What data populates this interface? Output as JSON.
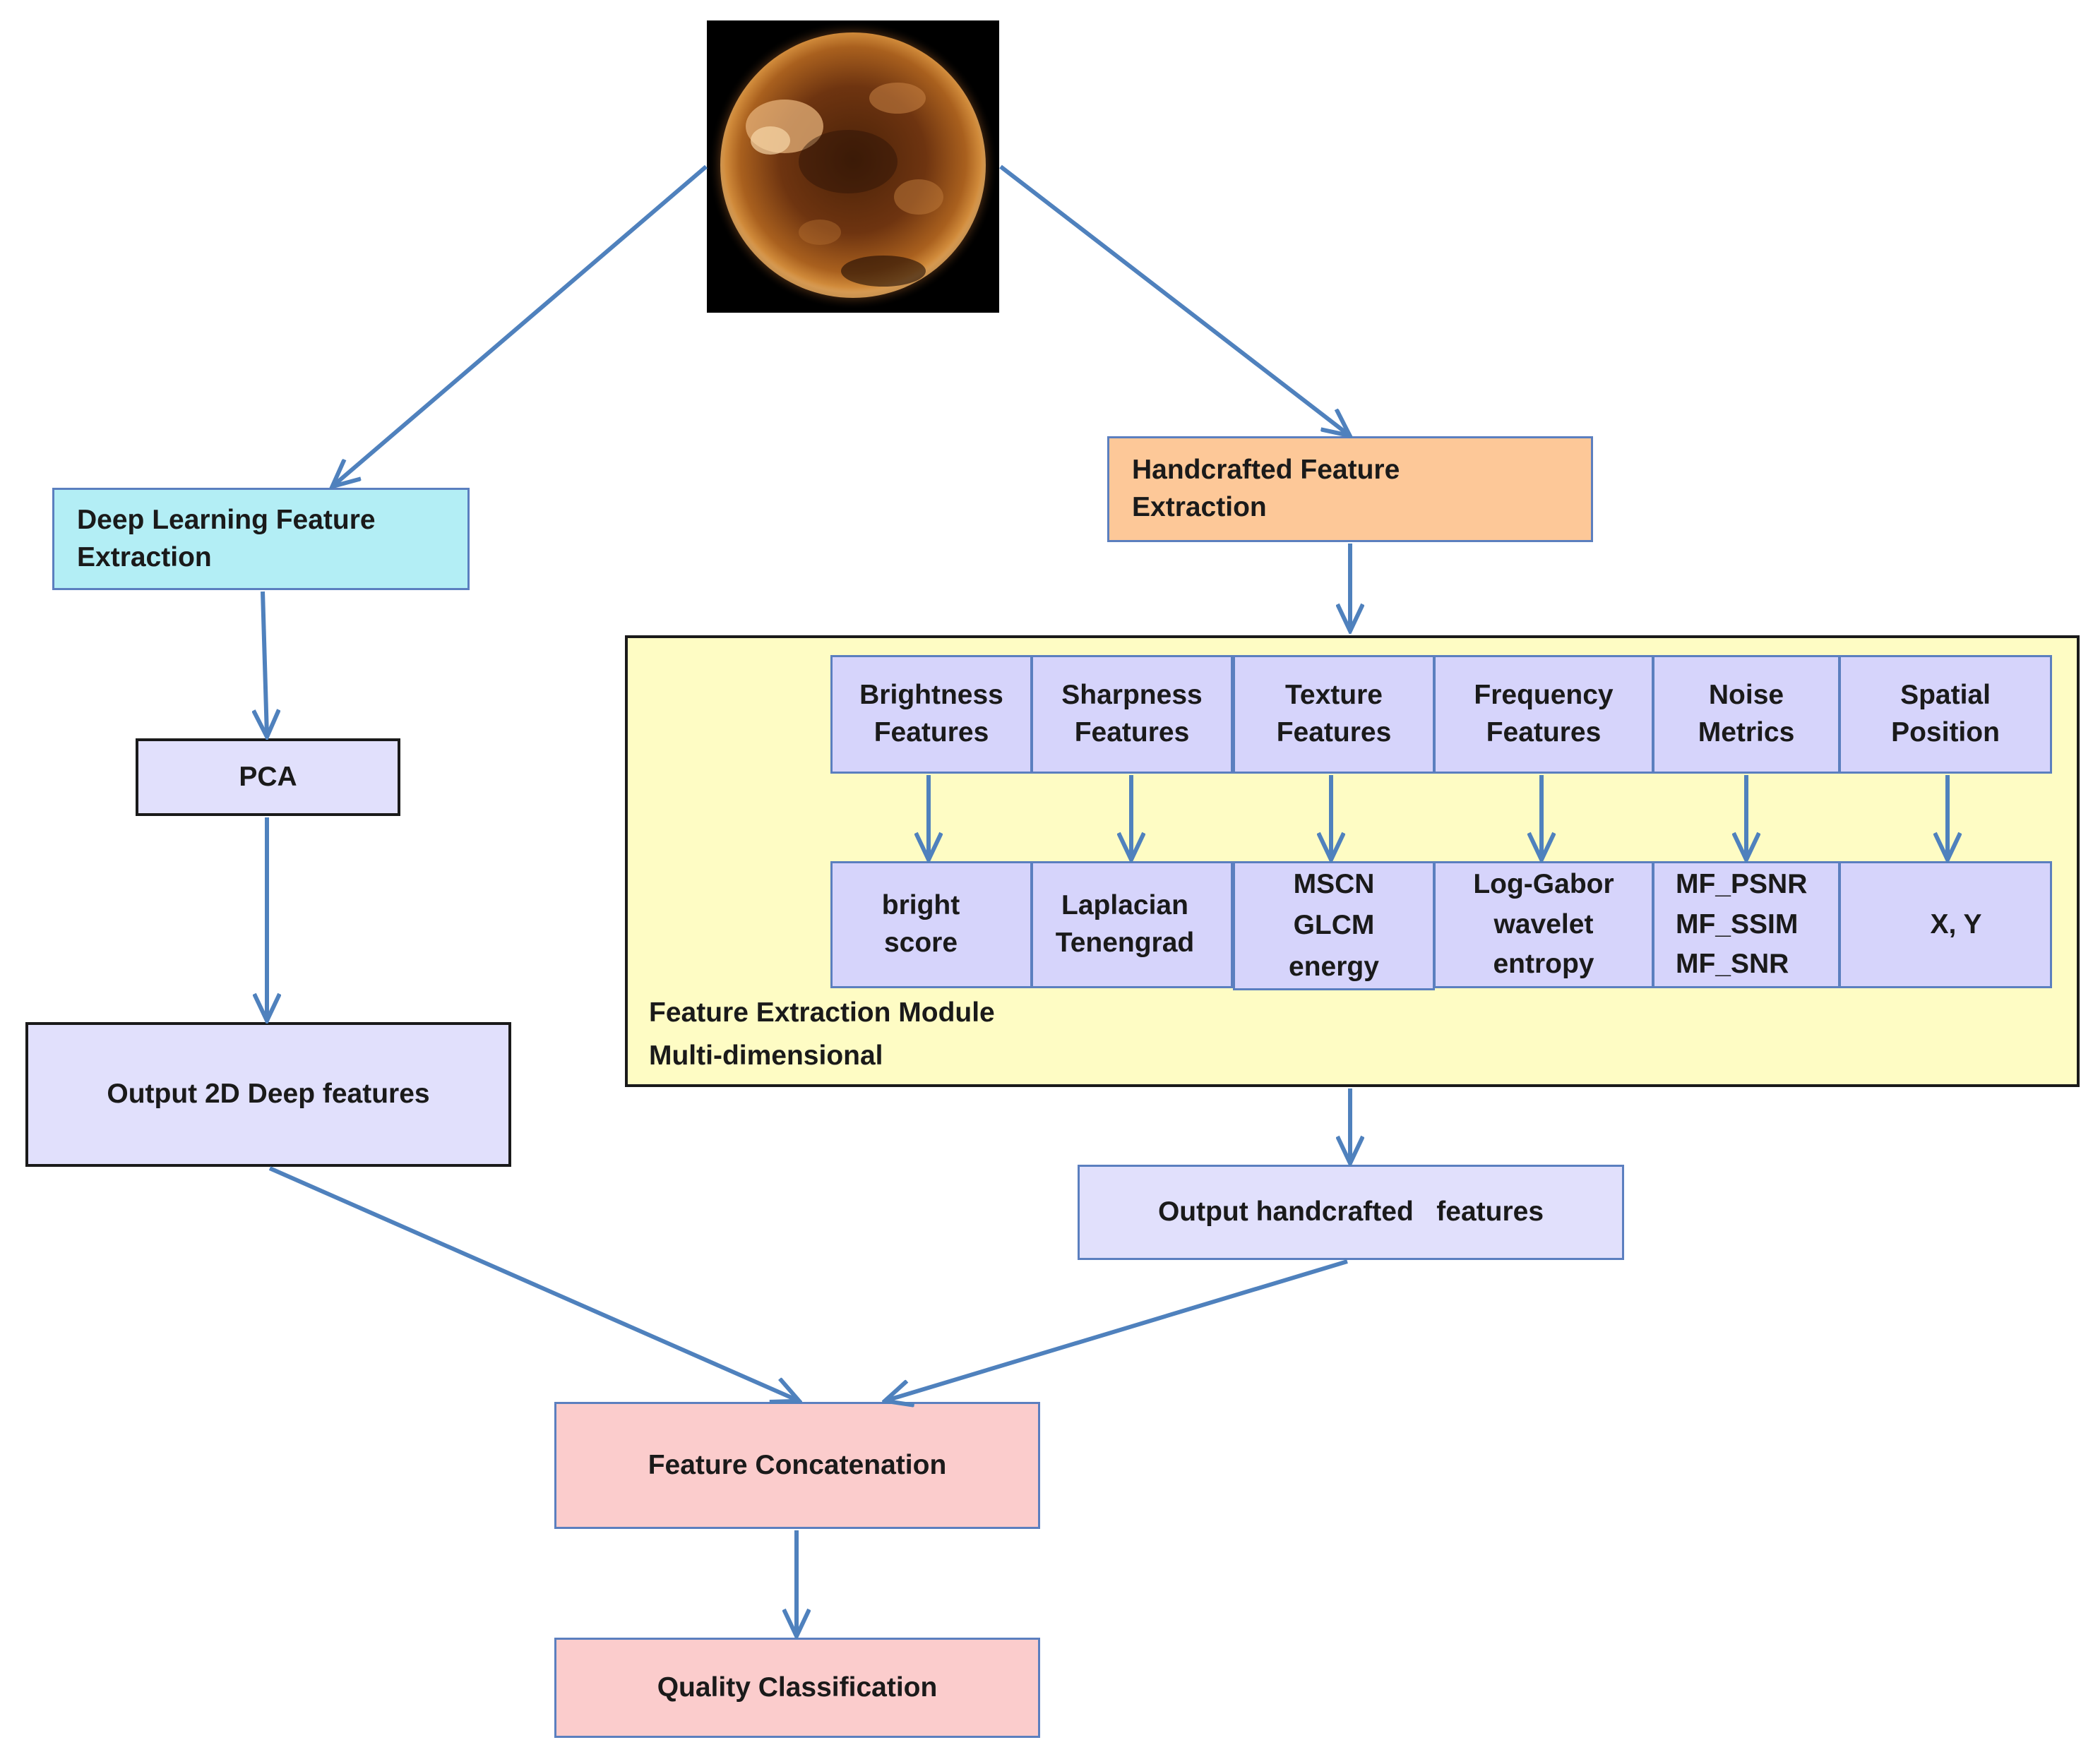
{
  "input_image": {
    "description_icon": "solar-disk-image"
  },
  "branches": {
    "deep": {
      "title": "Deep Learning Feature\nExtraction",
      "pca": "PCA",
      "output": "Output 2D Deep features"
    },
    "handcrafted": {
      "title": "Handcrafted Feature\nExtraction",
      "module_label": "Feature Extraction Module\nMulti-dimensional",
      "categories": [
        {
          "name": "Brightness\nFeatures",
          "metrics": "bright\nscore"
        },
        {
          "name": "Sharpness\nFeatures",
          "metrics": "Laplacian\nTenengrad"
        },
        {
          "name": "Texture\nFeatures",
          "metrics": "MSCN\nGLCM\nenergy"
        },
        {
          "name": "Frequency\nFeatures",
          "metrics": "Log-Gabor\nwavelet\nentropy"
        },
        {
          "name": "Noise\nMetrics",
          "metrics": "MF_PSNR\nMF_SSIM\nMF_SNR"
        },
        {
          "name": "Spatial\nPosition",
          "metrics": "X, Y"
        }
      ],
      "output": "Output handcrafted   features"
    }
  },
  "fusion": {
    "label": "Feature Concatenation"
  },
  "classification": {
    "label": "Quality Classification"
  },
  "colors": {
    "arrow": "#4f81bd",
    "deep_title_fill": "#b3eef5",
    "handcrafted_title_fill": "#fdc898",
    "cell_fill": "#d6d4fb",
    "lavender_fill": "#e1e0fc",
    "module_fill": "#fefcc4",
    "pink_fill": "#fbcccc"
  }
}
